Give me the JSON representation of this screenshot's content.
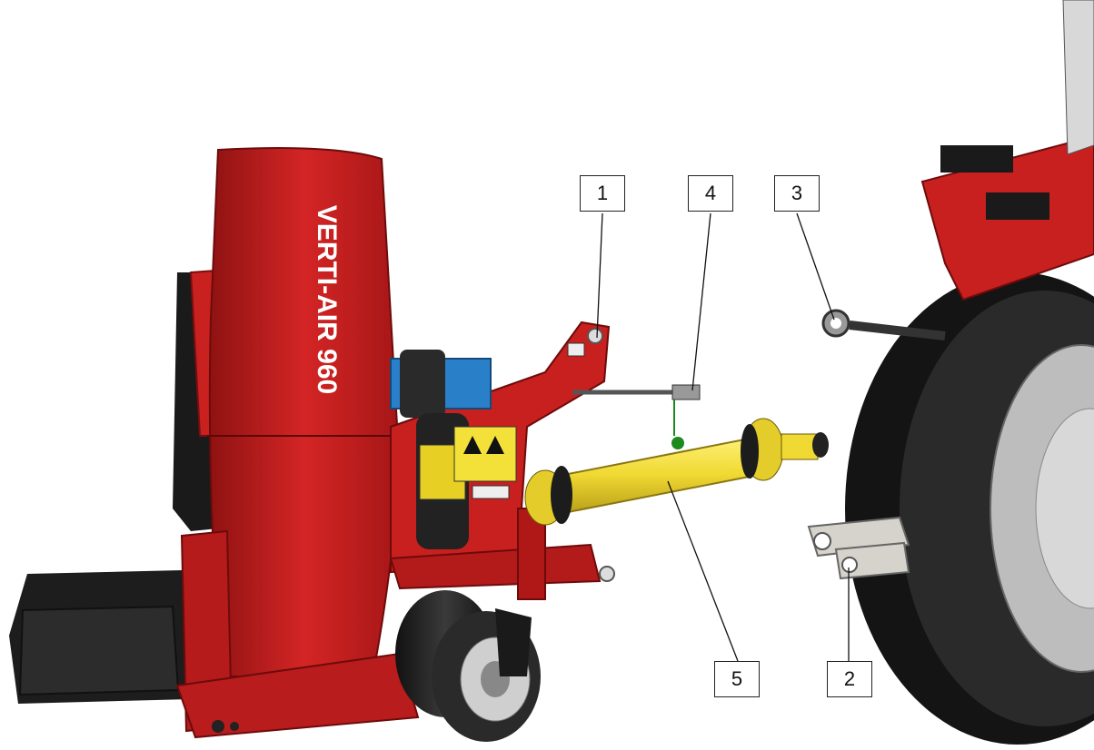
{
  "product_name": "VERTI-AIR 960",
  "brand_color": "#cc1f1f",
  "shaft_color": "#f2e24a",
  "callouts": [
    {
      "id": "callout-1",
      "label": "1"
    },
    {
      "id": "callout-2",
      "label": "2"
    },
    {
      "id": "callout-3",
      "label": "3"
    },
    {
      "id": "callout-4",
      "label": "4"
    },
    {
      "id": "callout-5",
      "label": "5"
    }
  ]
}
